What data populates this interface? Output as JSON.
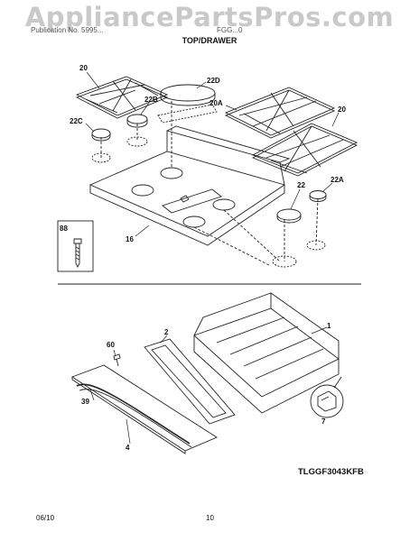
{
  "watermark": "AppliancePartsPros.com",
  "header": {
    "left": "Publication No. 5995...",
    "right": "FGG...0"
  },
  "section_title": "TOP/DRAWER",
  "callouts": {
    "c20_left": "20",
    "c22D": "22D",
    "c22B": "22B",
    "c22C": "22C",
    "c20A": "20A",
    "c20_right": "20",
    "c22": "22",
    "c22A": "22A",
    "c88": "88",
    "c16": "16",
    "c1": "1",
    "c2": "2",
    "c60": "60",
    "c39": "39",
    "c4": "4",
    "c7": "7"
  },
  "model_number": "TLGGF3043KFB",
  "footer": {
    "date": "06/10",
    "page": "10"
  }
}
